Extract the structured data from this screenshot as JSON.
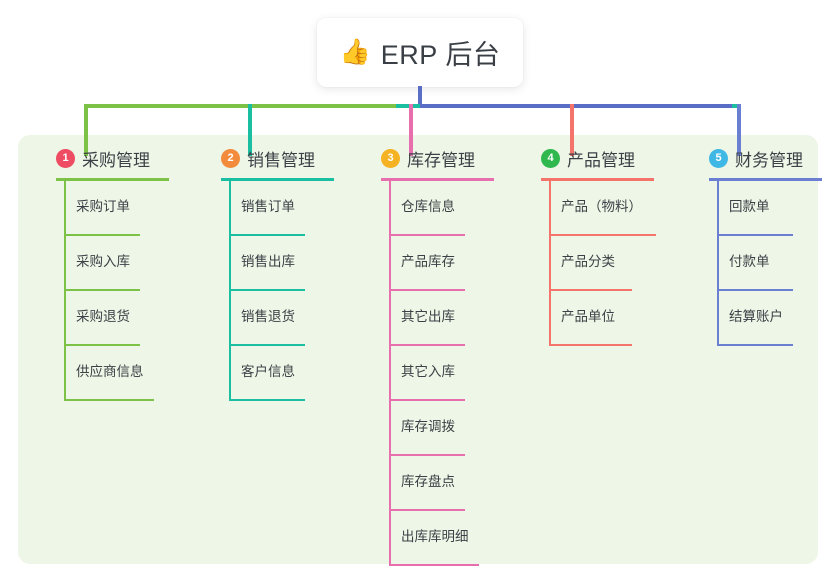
{
  "diagram": {
    "root": {
      "emoji": "thumbs-up-icon",
      "emoji_glyph": "👍",
      "label": "ERP 后台"
    },
    "panel_color": "#eef7e7",
    "trunk_color": "#5a6ec8",
    "columns": [
      {
        "index": "1",
        "title": "采购管理",
        "badge_color": "#ee4c63",
        "line_color": "#7cc246",
        "rule_width": 113,
        "items": [
          {
            "label": "采购订单",
            "rule_width": 76
          },
          {
            "label": "采购入库",
            "rule_width": 76
          },
          {
            "label": "采购退货",
            "rule_width": 76
          },
          {
            "label": "供应商信息",
            "rule_width": 90
          }
        ]
      },
      {
        "index": "2",
        "title": "销售管理",
        "badge_color": "#f28b3c",
        "line_color": "#19bfa0",
        "rule_width": 113,
        "items": [
          {
            "label": "销售订单",
            "rule_width": 76
          },
          {
            "label": "销售出库",
            "rule_width": 76
          },
          {
            "label": "销售退货",
            "rule_width": 76
          },
          {
            "label": "客户信息",
            "rule_width": 76
          }
        ]
      },
      {
        "index": "3",
        "title": "库存管理",
        "badge_color": "#f5b222",
        "line_color": "#e86fad",
        "rule_width": 113,
        "items": [
          {
            "label": "仓库信息",
            "rule_width": 76
          },
          {
            "label": "产品库存",
            "rule_width": 76
          },
          {
            "label": "其它出库",
            "rule_width": 76
          },
          {
            "label": "其它入库",
            "rule_width": 76
          },
          {
            "label": "库存调拨",
            "rule_width": 76
          },
          {
            "label": "库存盘点",
            "rule_width": 76
          },
          {
            "label": "出库库明细",
            "rule_width": 90
          }
        ]
      },
      {
        "index": "4",
        "title": "产品管理",
        "badge_color": "#2eb84e",
        "line_color": "#f4736b",
        "rule_width": 113,
        "items": [
          {
            "label": "产品（物料）",
            "rule_width": 107
          },
          {
            "label": "产品分类",
            "rule_width": 83
          },
          {
            "label": "产品单位",
            "rule_width": 83
          }
        ]
      },
      {
        "index": "5",
        "title": "财务管理",
        "badge_color": "#3fb8e6",
        "line_color": "#6a7fd1",
        "rule_width": 113,
        "items": [
          {
            "label": "回款单",
            "rule_width": 76
          },
          {
            "label": "付款单",
            "rule_width": 76
          },
          {
            "label": "结算账户",
            "rule_width": 76
          }
        ]
      }
    ]
  }
}
